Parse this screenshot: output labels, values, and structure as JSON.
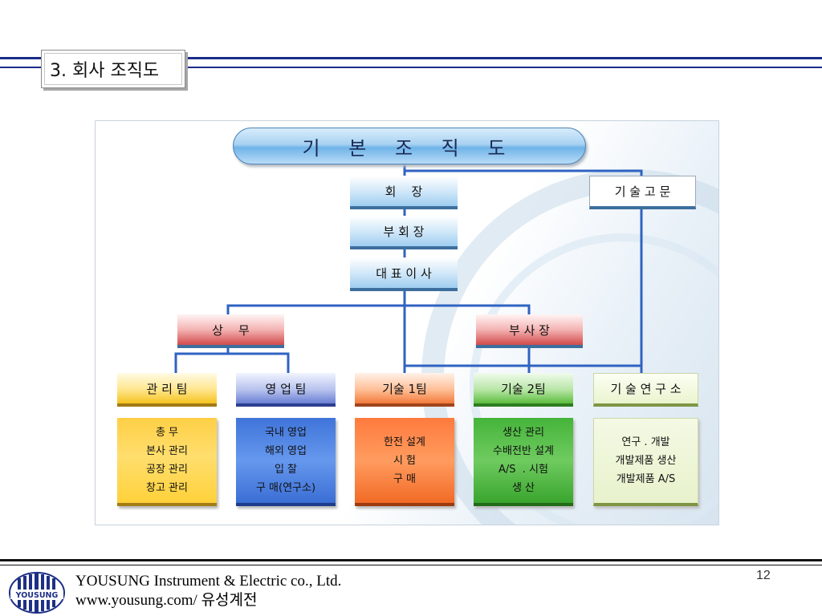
{
  "slide": {
    "title": "3. 회사 조직도",
    "page_number": "12"
  },
  "diagram": {
    "header": "기 본 조 직 도",
    "top": [
      "회    장",
      "부 회 장",
      "대 표 이 사"
    ],
    "advisor": "기 술 고 문",
    "sangmu": "상    무",
    "busajang": "부 사 장",
    "teams": [
      {
        "name": "관 리 팀",
        "duties": [
          "총 무",
          "본사 관리",
          "공장 관리",
          "창고 관리"
        ]
      },
      {
        "name": "영 업 팀",
        "duties": [
          "국내 영업",
          "해외 영업",
          "입 찰",
          "구 매(연구소)"
        ]
      },
      {
        "name": "기술 1팀",
        "duties": [
          "한전 설계",
          "시 험",
          "구 매"
        ]
      },
      {
        "name": "기술 2팀",
        "duties": [
          "생산 관리",
          "수배전반 설계",
          "A/S  . 시험",
          "생 산"
        ]
      },
      {
        "name": "기 술 연 구 소",
        "duties": [
          "연구 . 개발",
          "개발제품 생산",
          "개발제품 A/S"
        ]
      }
    ]
  },
  "footer": {
    "company": "YOUSUNG Instrument & Electric co., Ltd.",
    "website": "www.yousung.com/ 유성계전",
    "logo_text": "YOUSUNG"
  },
  "colors": {
    "header_rule": "#1c2c8a",
    "team_admin": "#ffd13a",
    "team_sales": "#3f74d9",
    "team_tech1": "#f27a3c",
    "team_tech2": "#45b43a",
    "team_lab": "#e8f2cc"
  }
}
